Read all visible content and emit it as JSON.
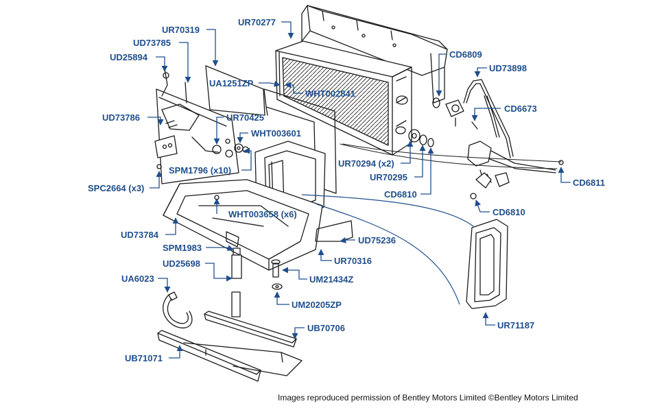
{
  "colors": {
    "label": "#1f4e8c",
    "leader": "#1f4e8c",
    "drawing": "#1a1a1a",
    "background": "#ffffff"
  },
  "labels": {
    "ur70277": "UR70277",
    "ur70319": "UR70319",
    "ud73785": "UD73785",
    "ud25894": "UD25894",
    "cd6809": "CD6809",
    "ud73898": "UD73898",
    "ua1251zp": "UA1251ZP",
    "wht002841": "WHT002841",
    "cd6673": "CD6673",
    "ud73786": "UD73786",
    "ur70425": "UR70425",
    "wht003601": "WHT003601",
    "ur70294": "UR70294 (x2)",
    "spm1796": "SPM1796 (x10)",
    "ur70295": "UR70295",
    "cd6811": "CD6811",
    "spc2664": "SPC2664 (x3)",
    "cd6810_a": "CD6810",
    "cd6810_b": "CD6810",
    "wht003658": "WHT003658 (x6)",
    "ud73784": "UD73784",
    "ud75236": "UD75236",
    "spm1983": "SPM1983",
    "ur70316": "UR70316",
    "ud25698": "UD25698",
    "um21434z": "UM21434Z",
    "ua6023": "UA6023",
    "um20205zp": "UM20205ZP",
    "ur71187": "UR71187",
    "ub70706": "UB70706",
    "ub71071": "UB71071"
  },
  "copyright": "Images reproduced permission of Bentley Motors Limited ©Bentley Motors Limited"
}
